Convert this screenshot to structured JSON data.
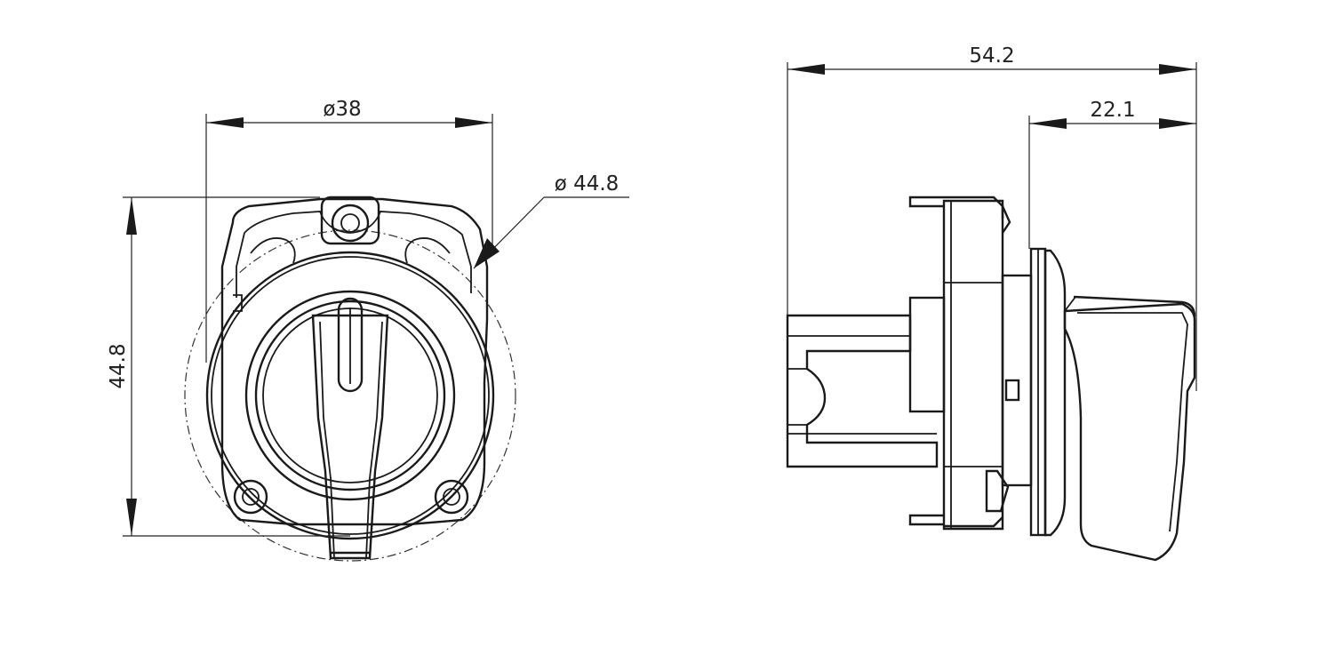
{
  "front_view": {
    "width_dimension": "ø38",
    "outer_diameter_dimension": "ø 44.8",
    "height_dimension": "44.8"
  },
  "side_view": {
    "overall_length_dimension": "54.2",
    "front_depth_dimension": "22.1"
  },
  "colors": {
    "line": "#1a1a1a",
    "background": "#ffffff"
  }
}
